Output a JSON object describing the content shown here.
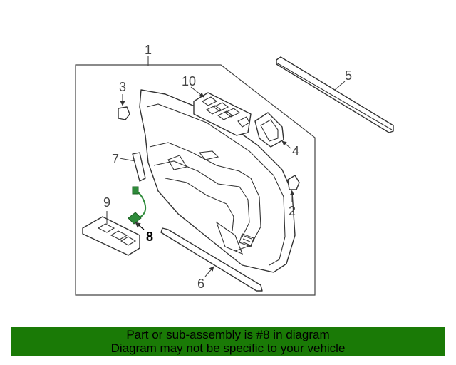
{
  "callouts": {
    "c1": "1",
    "c2": "2",
    "c3": "3",
    "c4": "4",
    "c5": "5",
    "c6": "6",
    "c7": "7",
    "c8": "8",
    "c9": "9",
    "c10": "10"
  },
  "highlight": {
    "color": "#2e8b3a",
    "part": "8"
  },
  "banner": {
    "line1": "Part or sub-assembly is #8 in diagram",
    "line2": "Diagram may not be specific to your vehicle",
    "background": "#1a7a06"
  }
}
